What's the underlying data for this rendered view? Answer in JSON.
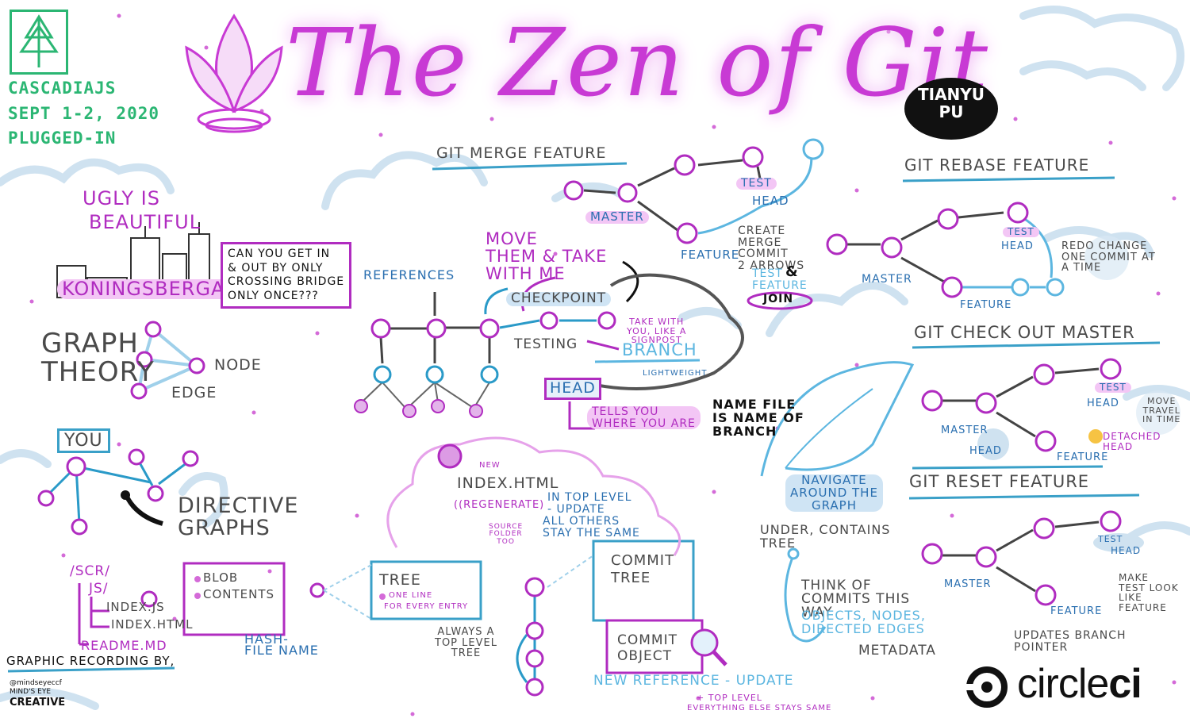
{
  "conference": {
    "name": "CASCADIAJS",
    "dates": "SEPT 1-2, 2020",
    "mode": "PLUGGED-IN"
  },
  "title": "The Zen of Git",
  "speaker": "TIANYU\nPU",
  "credit": {
    "graphic_recording": "GRAPHIC RECORDING BY,",
    "handle": "@mindseyeccf",
    "studio_line1": "MIND'S EYE",
    "studio_line2": "CREATIVE"
  },
  "sponsor": {
    "prefix": "circle",
    "suffix": "ci"
  },
  "left": {
    "ugly": "UGLY IS",
    "beautiful": "BEAUTIFUL",
    "koningsberga": "KONINGSBERGA",
    "bridge_q": "CAN YOU GET IN\n& OUT BY ONLY\nCROSSING BRIDGE\nONLY ONCE???",
    "graph": "GRAPH",
    "theory": "THEORY",
    "node": "NODE",
    "edge": "EDGE",
    "you": "YOU",
    "directive": "DIRECTIVE",
    "graphs": "GRAPHS"
  },
  "files": {
    "scr": "/SCR/",
    "js": "JS/",
    "index_js": "INDEX.JS",
    "index_html": "INDEX.HTML",
    "readme": "README.MD",
    "blob": "BLOB",
    "contents": "CONTENTS",
    "hash": "HASH-",
    "file_name": "FILE NAME",
    "tree": "TREE",
    "one_line": "ONE LINE",
    "every_entry": "FOR EVERY ENTRY",
    "always": "ALWAYS A\nTOP LEVEL\nTREE",
    "commit_tree": "COMMIT\nTREE",
    "commit_object": "COMMIT\nOBJECT",
    "new_ref": "NEW REFERENCE - UPDATE",
    "top_level": "+ TOP LEVEL",
    "everything_else": "EVERYTHING ELSE STAYS SAME"
  },
  "middle": {
    "merge_title": "GIT MERGE FEATURE",
    "master": "MASTER",
    "test": "TEST",
    "head": "HEAD",
    "feature": "FEATURE",
    "create_merge": "CREATE\nMERGE\nCOMMIT\n2 ARROWS",
    "test_feature": "TEST\nFEATURE",
    "amp": "&",
    "join": "JOIN",
    "move_take": "MOVE\nTHEM & TAKE\nWITH ME",
    "references": "REFERENCES",
    "checkpoint": "CHECKPOINT",
    "testing": "TESTING",
    "take_with": "TAKE WITH\nYOU, LIKE A\nSIGNPOST",
    "branch": "BRANCH",
    "lightweight": "LIGHTWEIGHT",
    "head_box": "HEAD",
    "tells_you": "TELLS YOU\nWHERE YOU ARE",
    "name_file": "NAME FILE\nIS NAME OF\nBRANCH",
    "new": "NEW",
    "index_html": "INDEX.HTML",
    "regenerate": "((REGENERATE)",
    "source_folder": "SOURCE\nFOLDER\nTOO",
    "in_top_level": "IN TOP LEVEL\n- UPDATE",
    "all_others": "ALL OTHERS\nSTAY THE SAME"
  },
  "right": {
    "rebase_title": "GIT REBASE FEATURE",
    "master": "MASTER",
    "test": "TEST",
    "head": "HEAD",
    "feature": "FEATURE",
    "redo": "REDO CHANGE\nONE COMMIT AT\nA TIME",
    "checkout_title": "GIT CHECK OUT MASTER",
    "move_travel": "MOVE\nTRAVEL\nIN TIME",
    "detached": "DETACHED\nHEAD",
    "reset_title": "GIT RESET FEATURE",
    "make_test": "MAKE\nTEST LOOK\nLIKE\nFEATURE",
    "updates_branch": "UPDATES BRANCH\nPOINTER",
    "navigate": "NAVIGATE\nAROUND THE\nGRAPH",
    "under_contains": "UNDER, CONTAINS\nTREE",
    "think_commits": "THINK OF\nCOMMITS THIS\nWAY",
    "objects_nodes": "OBJECTS, NODES,\nDIRECTED EDGES",
    "metadata": "METADATA"
  },
  "colors": {
    "purple": "#b02cc0",
    "pink_glow": "#f3c6f5",
    "blue": "#2a6fb0",
    "light_blue": "#5cb6e0",
    "green": "#2bb673",
    "cloud": "#cfe2f0"
  }
}
